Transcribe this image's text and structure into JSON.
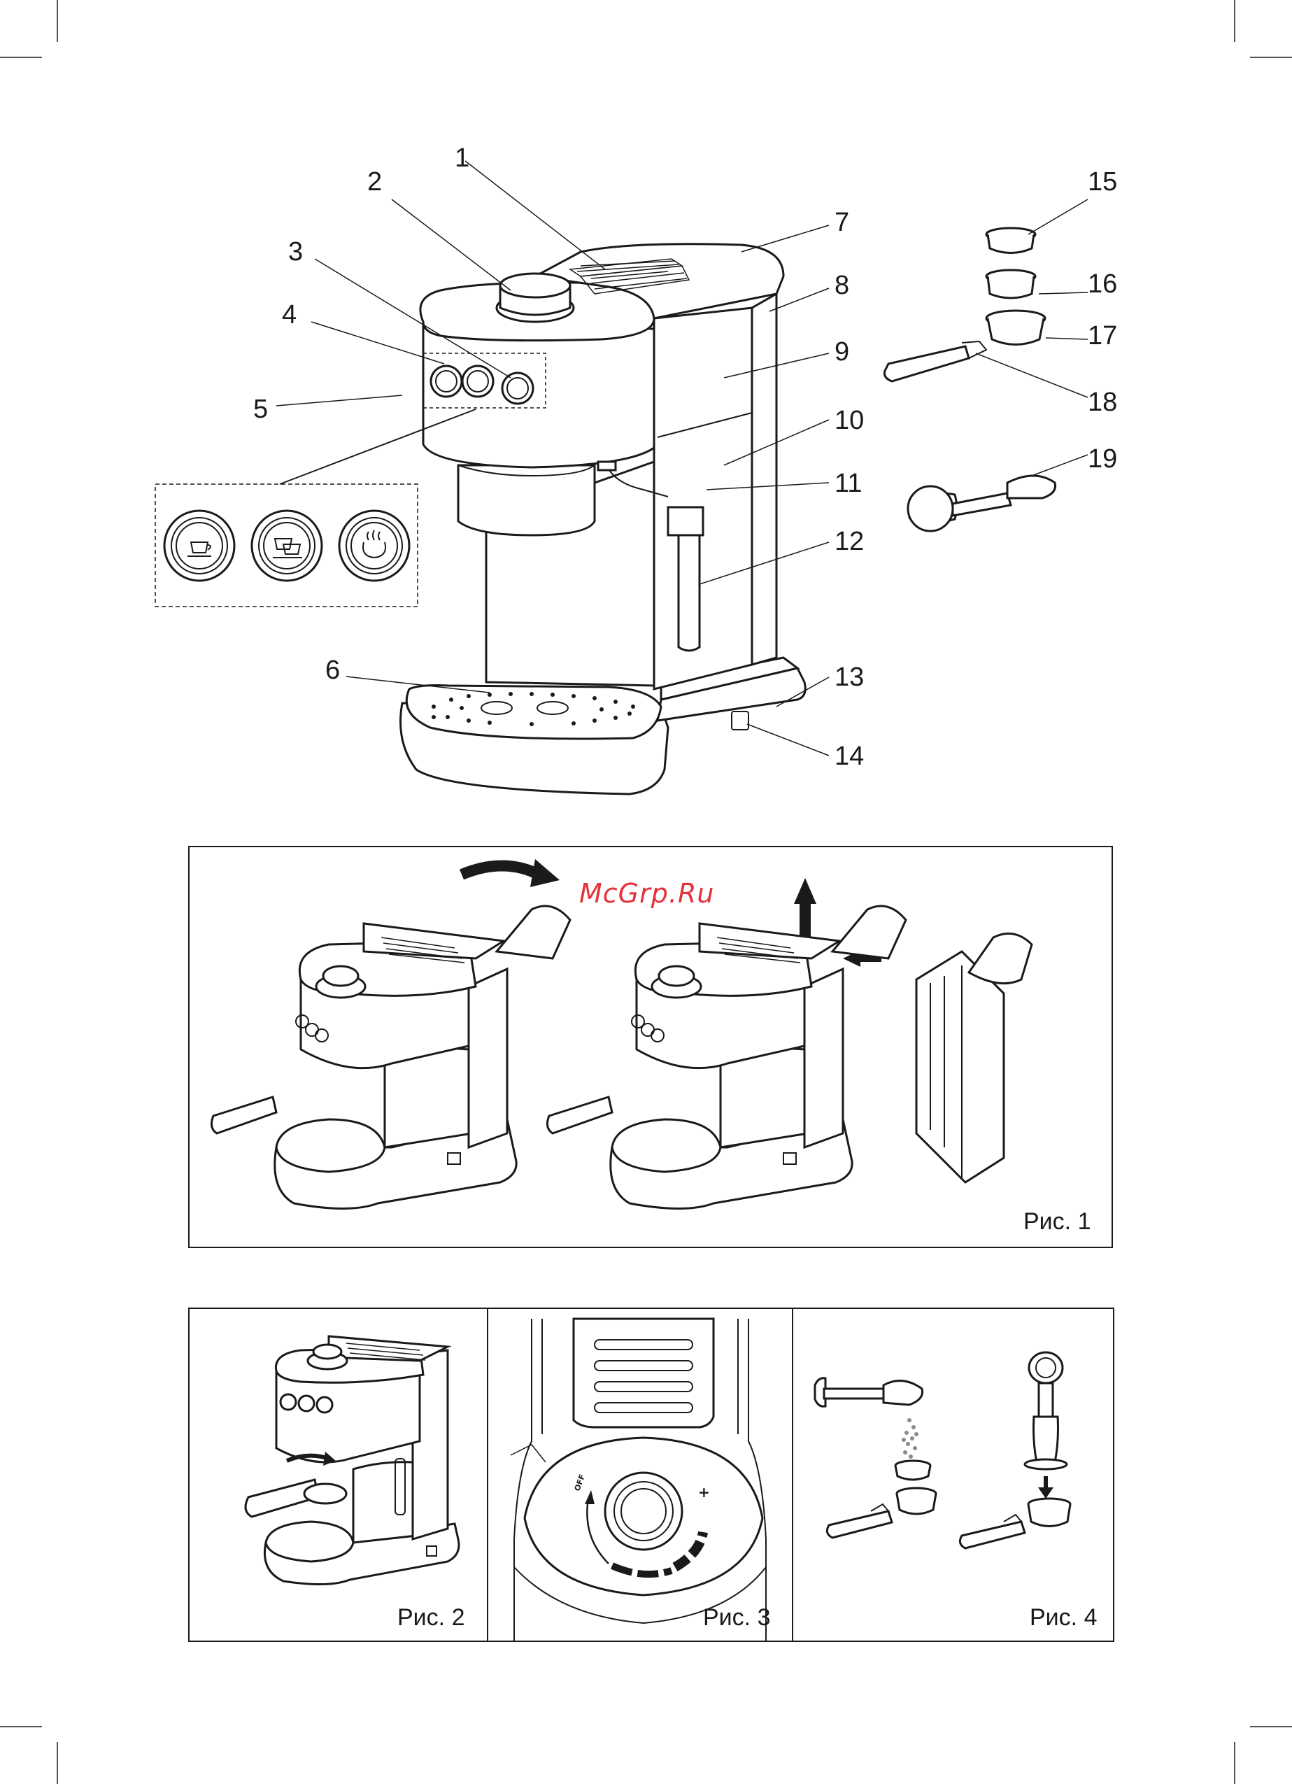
{
  "watermark": "McGrp.Ru",
  "labels": [
    "1",
    "2",
    "3",
    "4",
    "5",
    "6",
    "7",
    "8",
    "9",
    "10",
    "11",
    "12",
    "13",
    "14",
    "15",
    "16",
    "17",
    "18",
    "19"
  ],
  "figures": {
    "fig1": "Рис. 1",
    "fig2": "Рис. 2",
    "fig3": "Рис. 3",
    "fig4": "Рис. 4"
  },
  "dial": {
    "off_label": "OFF",
    "plus_label": "+"
  },
  "icons": [
    "single-cup-icon",
    "double-cup-icon",
    "steam-icon"
  ]
}
